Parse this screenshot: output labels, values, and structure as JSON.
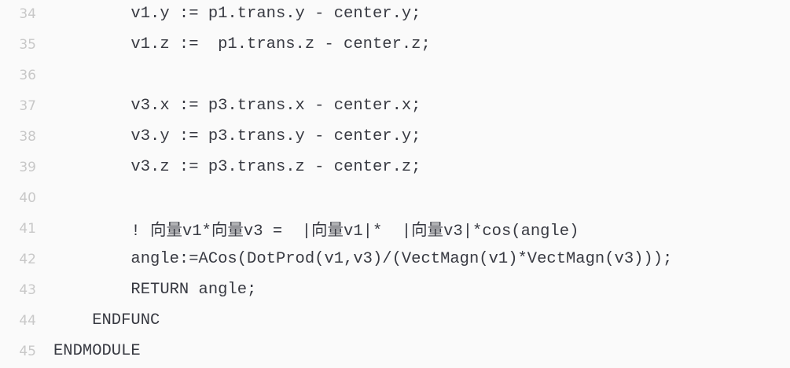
{
  "code_block": {
    "lines": [
      {
        "number": "34",
        "text": "        v1.y := p1.trans.y - center.y;"
      },
      {
        "number": "35",
        "text": "        v1.z :=  p1.trans.z - center.z;"
      },
      {
        "number": "36",
        "text": ""
      },
      {
        "number": "37",
        "text": "        v3.x := p3.trans.x - center.x;"
      },
      {
        "number": "38",
        "text": "        v3.y := p3.trans.y - center.y;"
      },
      {
        "number": "39",
        "text": "        v3.z := p3.trans.z - center.z;"
      },
      {
        "number": "40",
        "text": ""
      },
      {
        "number": "41",
        "text": "        ! 向量v1*向量v3 =  |向量v1|*  |向量v3|*cos(angle)"
      },
      {
        "number": "42",
        "text": "        angle:=ACos(DotProd(v1,v3)/(VectMagn(v1)*VectMagn(v3)));"
      },
      {
        "number": "43",
        "text": "        RETURN angle;"
      },
      {
        "number": "44",
        "text": "    ENDFUNC"
      },
      {
        "number": "45",
        "text": "ENDMODULE"
      }
    ]
  }
}
